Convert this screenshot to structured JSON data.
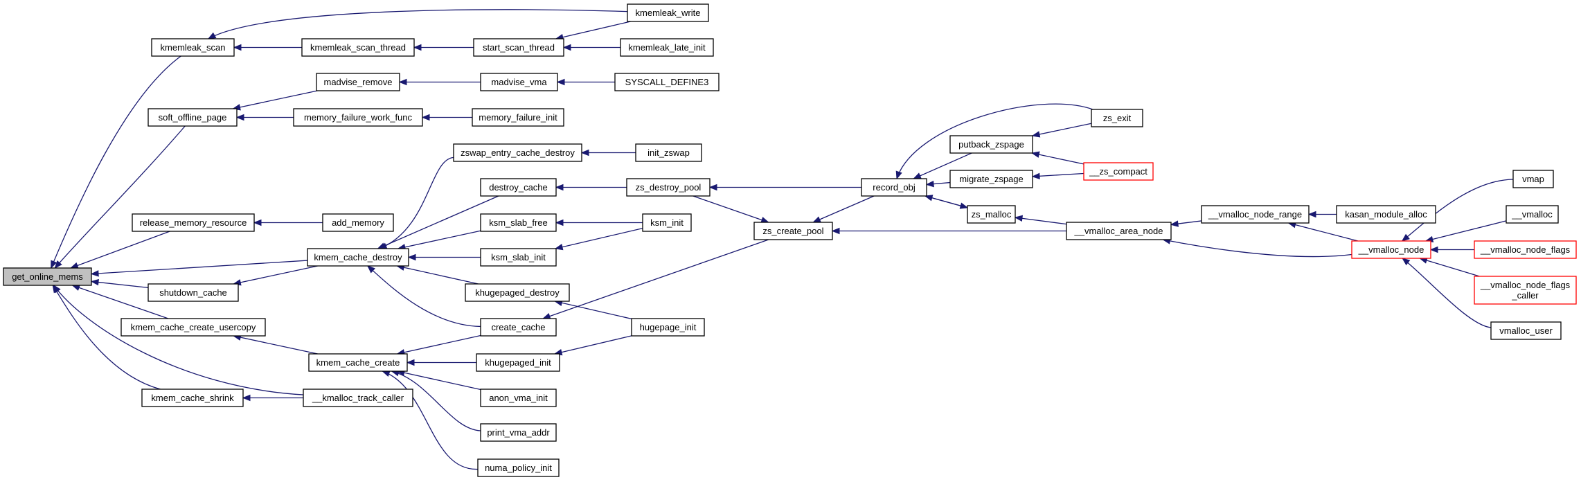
{
  "graph": {
    "nodes": [
      {
        "id": "get_online_mems",
        "lines": [
          "get_online_mems"
        ],
        "root": true
      },
      {
        "id": "kmemleak_scan",
        "lines": [
          "kmemleak_scan"
        ]
      },
      {
        "id": "soft_offline_page",
        "lines": [
          "soft_offline_page"
        ]
      },
      {
        "id": "release_memory_resource",
        "lines": [
          "release_memory_resource"
        ]
      },
      {
        "id": "shutdown_cache",
        "lines": [
          "shutdown_cache"
        ]
      },
      {
        "id": "kmem_cache_create_usercopy",
        "lines": [
          "kmem_cache_create_usercopy"
        ]
      },
      {
        "id": "kmem_cache_shrink",
        "lines": [
          "kmem_cache_shrink"
        ]
      },
      {
        "id": "kmemleak_scan_thread",
        "lines": [
          "kmemleak_scan_thread"
        ]
      },
      {
        "id": "madvise_remove",
        "lines": [
          "madvise_remove"
        ]
      },
      {
        "id": "memory_failure_work_func",
        "lines": [
          "memory_failure_work_func"
        ]
      },
      {
        "id": "add_memory",
        "lines": [
          "add_memory"
        ]
      },
      {
        "id": "kmem_cache_destroy",
        "lines": [
          "kmem_cache_destroy"
        ]
      },
      {
        "id": "kmem_cache_create",
        "lines": [
          "kmem_cache_create"
        ]
      },
      {
        "id": "__kmalloc_track_caller",
        "lines": [
          "__kmalloc_track_caller"
        ]
      },
      {
        "id": "start_scan_thread",
        "lines": [
          "start_scan_thread"
        ]
      },
      {
        "id": "madvise_vma",
        "lines": [
          "madvise_vma"
        ]
      },
      {
        "id": "memory_failure_init",
        "lines": [
          "memory_failure_init"
        ]
      },
      {
        "id": "zswap_entry_cache_destroy",
        "lines": [
          "zswap_entry_cache_destroy"
        ]
      },
      {
        "id": "destroy_cache",
        "lines": [
          "destroy_cache"
        ]
      },
      {
        "id": "ksm_slab_free",
        "lines": [
          "ksm_slab_free"
        ]
      },
      {
        "id": "ksm_slab_init",
        "lines": [
          "ksm_slab_init"
        ]
      },
      {
        "id": "khugepaged_destroy",
        "lines": [
          "khugepaged_destroy"
        ]
      },
      {
        "id": "create_cache",
        "lines": [
          "create_cache"
        ]
      },
      {
        "id": "khugepaged_init",
        "lines": [
          "khugepaged_init"
        ]
      },
      {
        "id": "anon_vma_init",
        "lines": [
          "anon_vma_init"
        ]
      },
      {
        "id": "print_vma_addr",
        "lines": [
          "print_vma_addr"
        ]
      },
      {
        "id": "numa_policy_init",
        "lines": [
          "numa_policy_init"
        ]
      },
      {
        "id": "kmemleak_write",
        "lines": [
          "kmemleak_write"
        ]
      },
      {
        "id": "kmemleak_late_init",
        "lines": [
          "kmemleak_late_init"
        ]
      },
      {
        "id": "SYSCALL_DEFINE3",
        "lines": [
          "SYSCALL_DEFINE3"
        ]
      },
      {
        "id": "init_zswap",
        "lines": [
          "init_zswap"
        ]
      },
      {
        "id": "zs_destroy_pool",
        "lines": [
          "zs_destroy_pool"
        ]
      },
      {
        "id": "ksm_init",
        "lines": [
          "ksm_init"
        ]
      },
      {
        "id": "hugepage_init",
        "lines": [
          "hugepage_init"
        ]
      },
      {
        "id": "zs_create_pool",
        "lines": [
          "zs_create_pool"
        ]
      },
      {
        "id": "record_obj",
        "lines": [
          "record_obj"
        ]
      },
      {
        "id": "putback_zspage",
        "lines": [
          "putback_zspage"
        ]
      },
      {
        "id": "migrate_zspage",
        "lines": [
          "migrate_zspage"
        ]
      },
      {
        "id": "zs_malloc",
        "lines": [
          "zs_malloc"
        ]
      },
      {
        "id": "zs_exit",
        "lines": [
          "zs_exit"
        ]
      },
      {
        "id": "__zs_compact",
        "lines": [
          "__zs_compact"
        ],
        "truncated": true
      },
      {
        "id": "__vmalloc_area_node",
        "lines": [
          "__vmalloc_area_node"
        ]
      },
      {
        "id": "__vmalloc_node_range",
        "lines": [
          "__vmalloc_node_range"
        ]
      },
      {
        "id": "kasan_module_alloc",
        "lines": [
          "kasan_module_alloc"
        ]
      },
      {
        "id": "__vmalloc_node",
        "lines": [
          "__vmalloc_node"
        ],
        "truncated": true
      },
      {
        "id": "vmap",
        "lines": [
          "vmap"
        ]
      },
      {
        "id": "__vmalloc",
        "lines": [
          "__vmalloc"
        ]
      },
      {
        "id": "__vmalloc_node_flags",
        "lines": [
          "__vmalloc_node_flags"
        ],
        "truncated": true
      },
      {
        "id": "__vmalloc_node_flags_caller",
        "lines": [
          "__vmalloc_node_flags",
          "_caller"
        ],
        "truncated": true
      },
      {
        "id": "vmalloc_user",
        "lines": [
          "vmalloc_user"
        ]
      }
    ],
    "edges": [
      [
        "kmemleak_scan",
        "get_online_mems"
      ],
      [
        "soft_offline_page",
        "get_online_mems"
      ],
      [
        "release_memory_resource",
        "get_online_mems"
      ],
      [
        "shutdown_cache",
        "get_online_mems"
      ],
      [
        "kmem_cache_create_usercopy",
        "get_online_mems"
      ],
      [
        "kmem_cache_shrink",
        "get_online_mems"
      ],
      [
        "kmem_cache_destroy",
        "get_online_mems"
      ],
      [
        "__kmalloc_track_caller",
        "get_online_mems"
      ],
      [
        "kmemleak_write",
        "kmemleak_scan"
      ],
      [
        "kmemleak_scan_thread",
        "kmemleak_scan"
      ],
      [
        "start_scan_thread",
        "kmemleak_scan_thread"
      ],
      [
        "kmemleak_write",
        "start_scan_thread"
      ],
      [
        "kmemleak_late_init",
        "start_scan_thread"
      ],
      [
        "madvise_remove",
        "soft_offline_page"
      ],
      [
        "memory_failure_work_func",
        "soft_offline_page"
      ],
      [
        "madvise_vma",
        "madvise_remove"
      ],
      [
        "SYSCALL_DEFINE3",
        "madvise_vma"
      ],
      [
        "memory_failure_init",
        "memory_failure_work_func"
      ],
      [
        "add_memory",
        "release_memory_resource"
      ],
      [
        "kmem_cache_destroy",
        "shutdown_cache"
      ],
      [
        "zswap_entry_cache_destroy",
        "kmem_cache_destroy"
      ],
      [
        "destroy_cache",
        "kmem_cache_destroy"
      ],
      [
        "ksm_slab_free",
        "kmem_cache_destroy"
      ],
      [
        "ksm_slab_init",
        "kmem_cache_destroy"
      ],
      [
        "khugepaged_destroy",
        "kmem_cache_destroy"
      ],
      [
        "create_cache",
        "kmem_cache_destroy"
      ],
      [
        "init_zswap",
        "zswap_entry_cache_destroy"
      ],
      [
        "zs_destroy_pool",
        "destroy_cache"
      ],
      [
        "ksm_init",
        "ksm_slab_free"
      ],
      [
        "ksm_init",
        "ksm_slab_init"
      ],
      [
        "hugepage_init",
        "khugepaged_destroy"
      ],
      [
        "zs_create_pool",
        "create_cache"
      ],
      [
        "kmem_cache_create",
        "kmem_cache_create_usercopy"
      ],
      [
        "create_cache",
        "kmem_cache_create"
      ],
      [
        "khugepaged_init",
        "kmem_cache_create"
      ],
      [
        "anon_vma_init",
        "kmem_cache_create"
      ],
      [
        "print_vma_addr",
        "kmem_cache_create"
      ],
      [
        "numa_policy_init",
        "kmem_cache_create"
      ],
      [
        "hugepage_init",
        "khugepaged_init"
      ],
      [
        "__kmalloc_track_caller",
        "kmem_cache_shrink"
      ],
      [
        "record_obj",
        "zs_destroy_pool"
      ],
      [
        "zs_destroy_pool",
        "zs_create_pool"
      ],
      [
        "record_obj",
        "zs_create_pool"
      ],
      [
        "__vmalloc_area_node",
        "zs_create_pool"
      ],
      [
        "zs_exit",
        "record_obj"
      ],
      [
        "putback_zspage",
        "record_obj"
      ],
      [
        "migrate_zspage",
        "record_obj"
      ],
      [
        "zs_malloc",
        "record_obj"
      ],
      [
        "zs_exit",
        "putback_zspage"
      ],
      [
        "__zs_compact",
        "putback_zspage"
      ],
      [
        "__zs_compact",
        "migrate_zspage"
      ],
      [
        "record_obj",
        "zs_malloc"
      ],
      [
        "__vmalloc_area_node",
        "zs_malloc"
      ],
      [
        "__vmalloc_node_range",
        "__vmalloc_area_node"
      ],
      [
        "__vmalloc_node",
        "__vmalloc_area_node"
      ],
      [
        "kasan_module_alloc",
        "__vmalloc_node_range"
      ],
      [
        "__vmalloc_node",
        "__vmalloc_node_range"
      ],
      [
        "vmap",
        "__vmalloc_node"
      ],
      [
        "__vmalloc",
        "__vmalloc_node"
      ],
      [
        "__vmalloc_node_flags",
        "__vmalloc_node"
      ],
      [
        "__vmalloc_node_flags_caller",
        "__vmalloc_node"
      ],
      [
        "vmalloc_user",
        "__vmalloc_node"
      ]
    ]
  }
}
